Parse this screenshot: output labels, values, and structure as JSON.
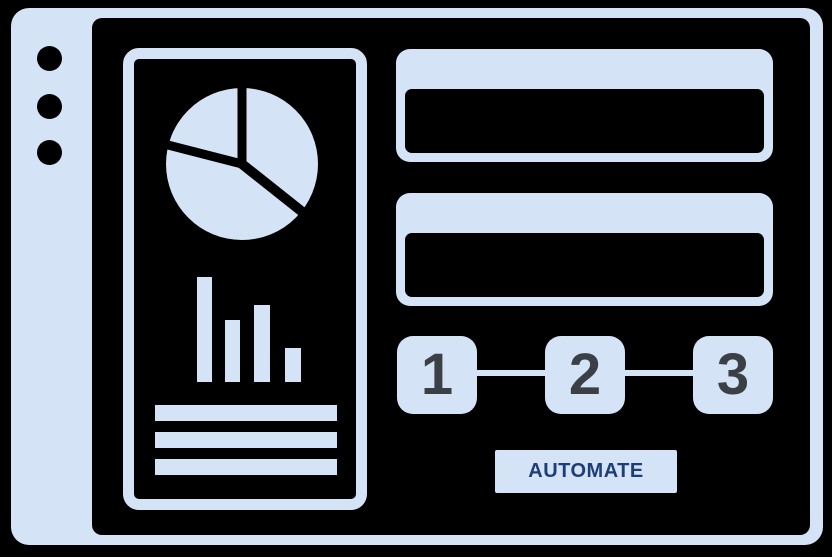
{
  "colors": {
    "accent": "#d4e3f6",
    "canvas-bg": "#000000",
    "step-number": "#3a4046",
    "button-text": "#1e3e78"
  },
  "window": {
    "sidebar_dots": 3
  },
  "analytics_panel": {
    "icons": [
      "pie-chart-icon",
      "bar-chart-icon",
      "text-lines-icon"
    ]
  },
  "form_fields": [
    {
      "name": "field-1",
      "value": ""
    },
    {
      "name": "field-2",
      "value": ""
    }
  ],
  "steps": [
    {
      "label": "1"
    },
    {
      "label": "2"
    },
    {
      "label": "3"
    }
  ],
  "button": {
    "label": "AUTOMATE"
  }
}
